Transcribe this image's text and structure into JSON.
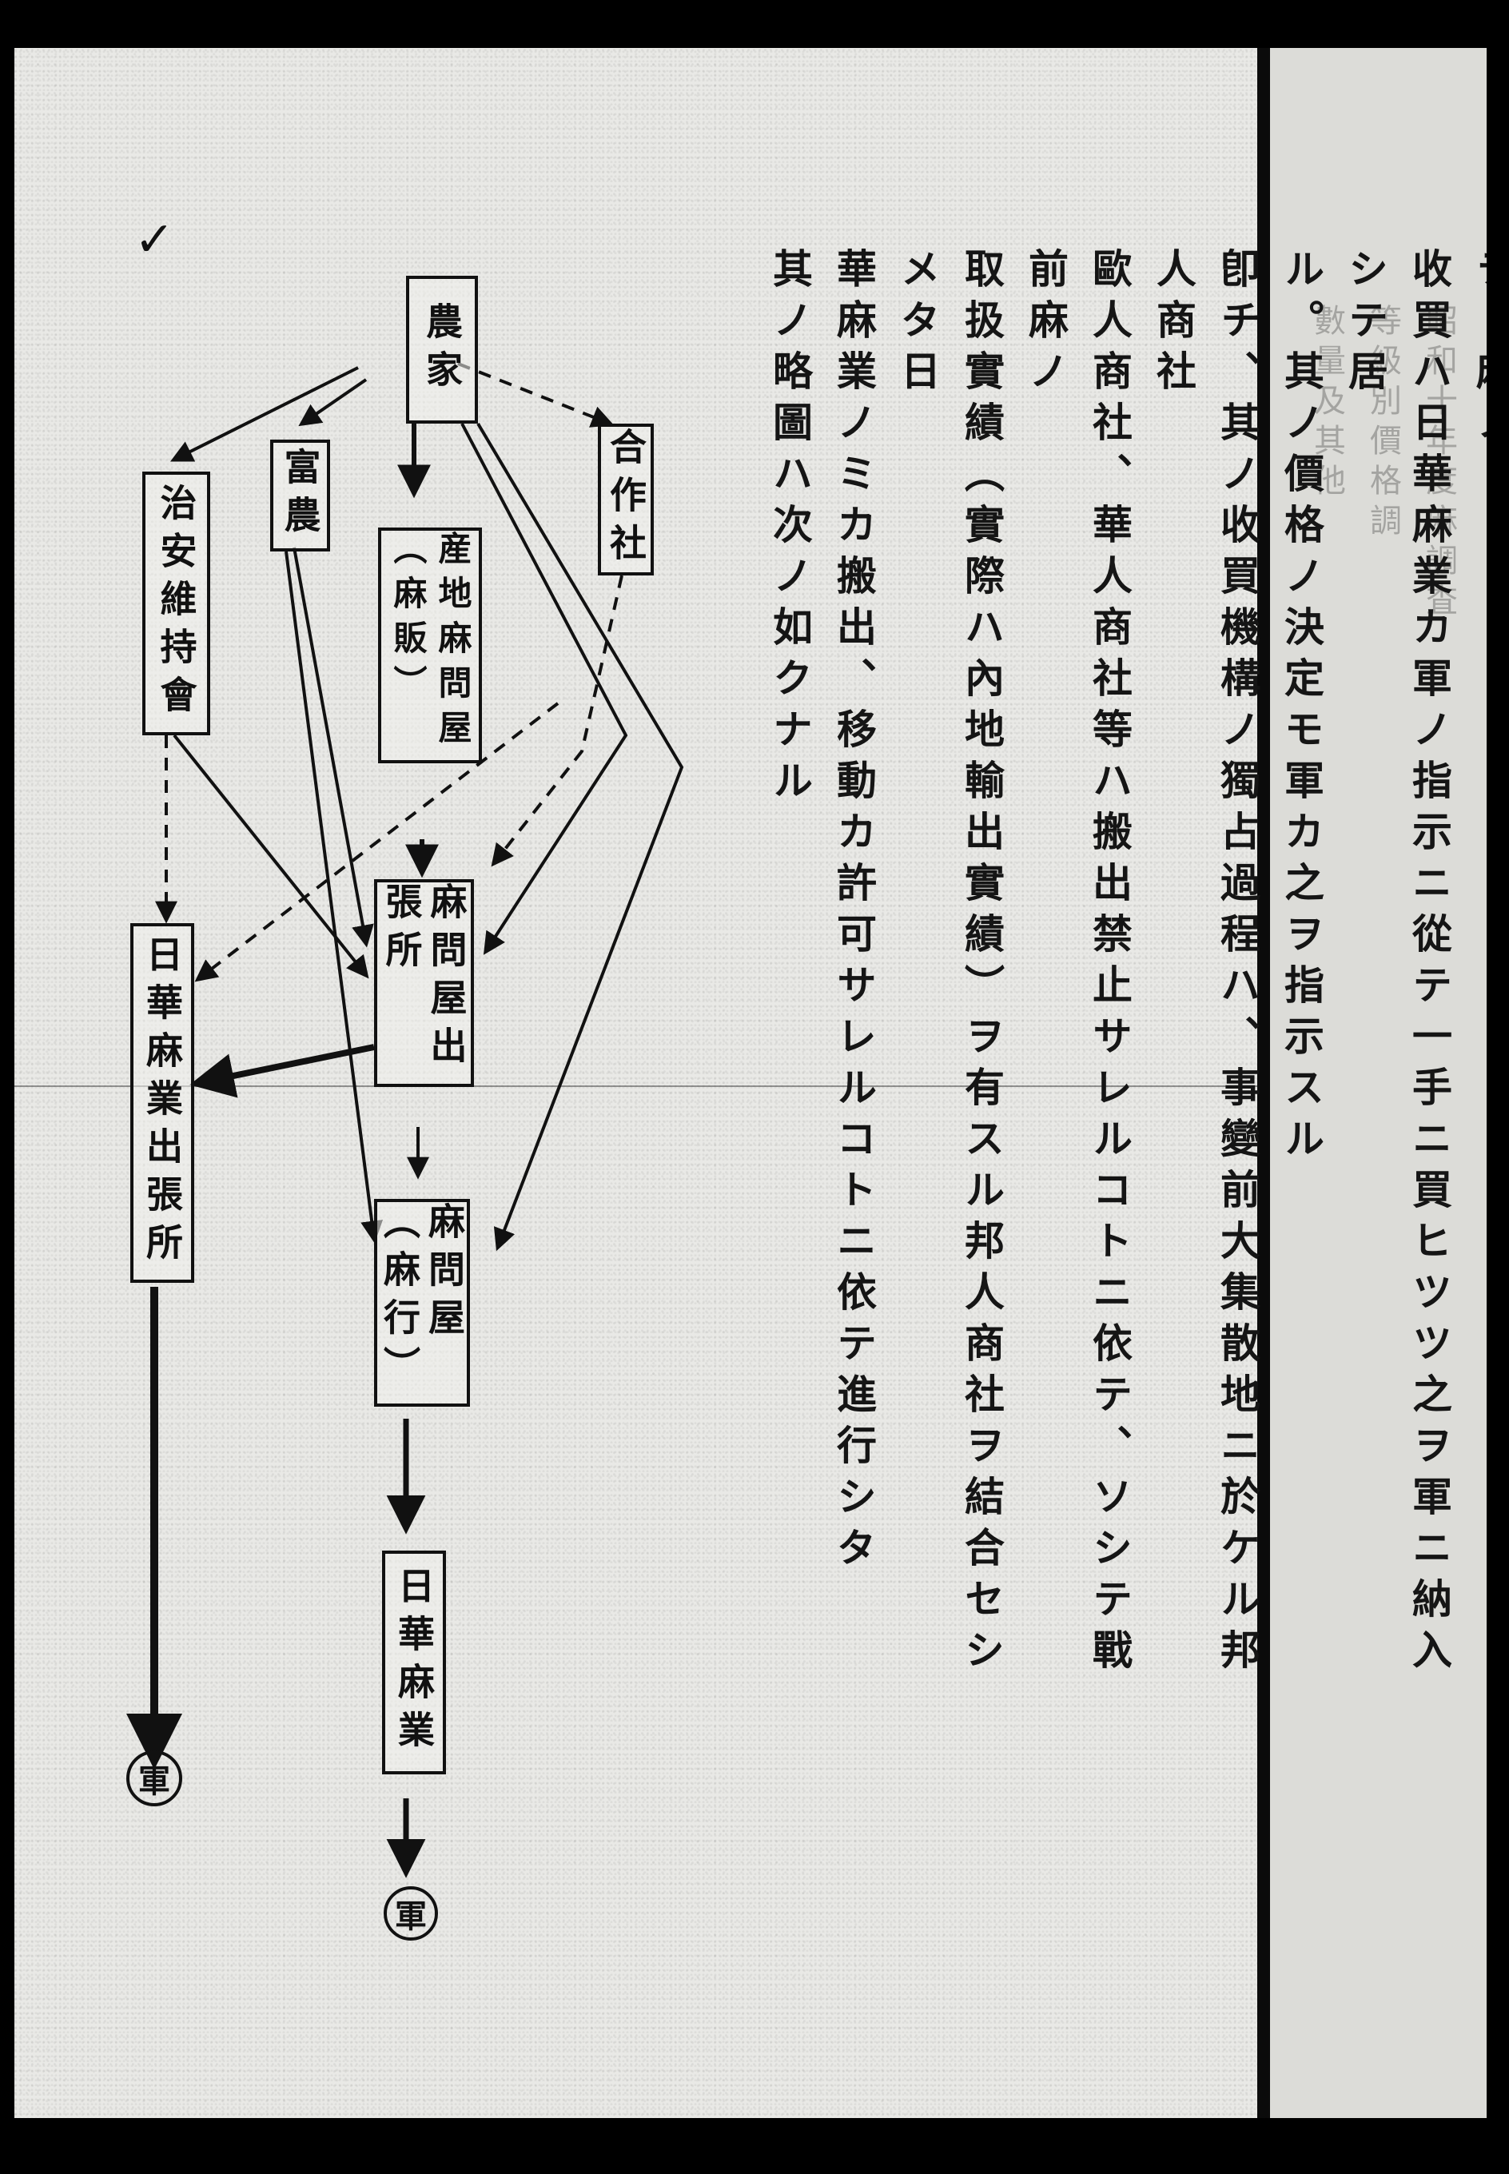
{
  "text_columns": [
    "麻ハ從來日本ニ需要ノ大部分ヲ供給シツツアツタ事情モアツテ、麻ノ",
    "收買ハ日華麻業カ軍ノ指示ニ從テ一手ニ買ヒツツ之ヲ軍ニ納入シテ居",
    "ル。其ノ價格ノ決定モ軍カ之ヲ指示スル",
    "卽チ、其ノ收買機構ノ獨占過程ハ、事變前大集散地ニ於ケル邦人商社",
    "歐人商社、華人商社等ハ搬出禁止サレルコトニ依テ、ソシテ戰前麻ノ",
    "取扱實績（實際ハ內地輸出實績）ヲ有スル邦人商社ヲ結合セシメタ日",
    "華麻業ノミカ搬出、移動カ許可サレルコトニ依テ進行シタ",
    "其ノ略圖ハ次ノ如クナル"
  ],
  "diagram": {
    "farmer": "農家",
    "rich_farmer": "富農",
    "cooperative": "合作社",
    "security_council": "治安維持會",
    "local_wholesaler": "産地麻問屋（麻販）",
    "branch_wholesaler": "麻問屋出張所",
    "nikka_branch": "日華麻業出張所",
    "wholesaler_firm": "麻問屋（麻行）",
    "nikka": "日華麻業",
    "army_1": "軍",
    "army_2": "軍"
  },
  "ghost_columns": [
    "昭和十年度麻調査",
    "等級別價格調",
    "數量及其他"
  ]
}
